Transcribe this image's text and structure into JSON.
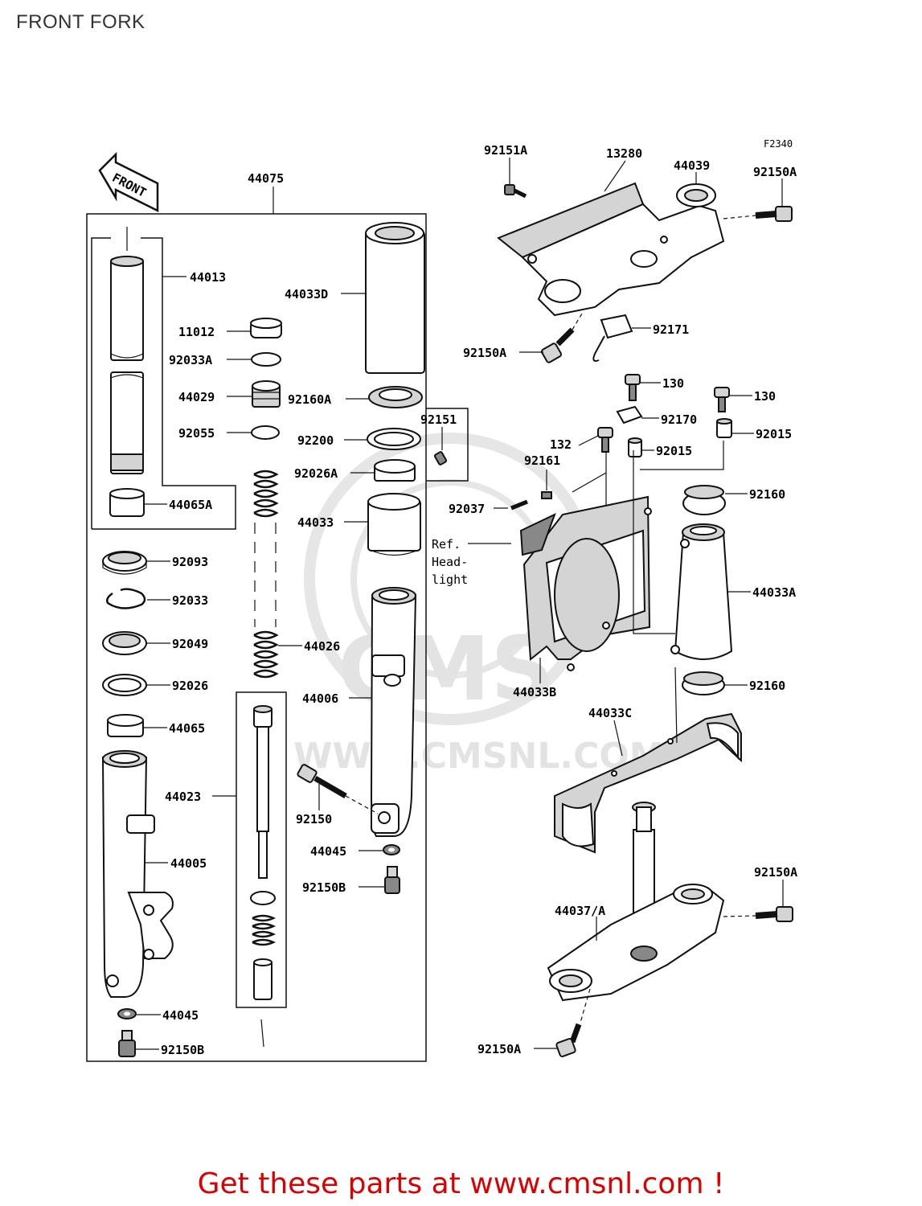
{
  "page": {
    "title": "FRONT FORK",
    "figure_code": "F2340",
    "footer": "Get these parts at www.cmsnl.com !"
  },
  "front_arrow": {
    "label": "FRONT"
  },
  "watermark": {
    "text": "WWW.CMSNL.COM",
    "logo": "CMS"
  },
  "labels": {
    "p44075": "44075",
    "p44013": "44013",
    "p44033D": "44033D",
    "p11012": "11012",
    "p92033A": "92033A",
    "p44029": "44029",
    "p92160A": "92160A",
    "p92055": "92055",
    "p92151": "92151",
    "p92200": "92200",
    "p92026A": "92026A",
    "p44065A": "44065A",
    "p44033": "44033",
    "p92093": "92093",
    "p92033": "92033",
    "p92049": "92049",
    "p44026": "44026",
    "p92026": "92026",
    "p44006": "44006",
    "p44065": "44065",
    "p44023": "44023",
    "p92150": "92150",
    "p44005": "44005",
    "p44045_r": "44045",
    "p92150B_r": "92150B",
    "p44045_l": "44045",
    "p92150B_l": "92150B",
    "p92151A": "92151A",
    "p13280": "13280",
    "p44039": "44039",
    "p92150A_tr": "92150A",
    "p92171": "92171",
    "p92150A_tl": "92150A",
    "p130_a": "130",
    "p130_b": "130",
    "p92170": "92170",
    "p132": "132",
    "p92015_a": "92015",
    "p92015_b": "92015",
    "p92161": "92161",
    "p92037": "92037",
    "p92160_a": "92160",
    "ref_line1": "Ref.",
    "ref_line2": "Head-",
    "ref_line3": "light",
    "p44033A": "44033A",
    "p44033B": "44033B",
    "p92160_b": "92160",
    "p44033C": "44033C",
    "p92150A_mr": "92150A",
    "p44037A": "44037/A",
    "p92150A_b": "92150A"
  }
}
